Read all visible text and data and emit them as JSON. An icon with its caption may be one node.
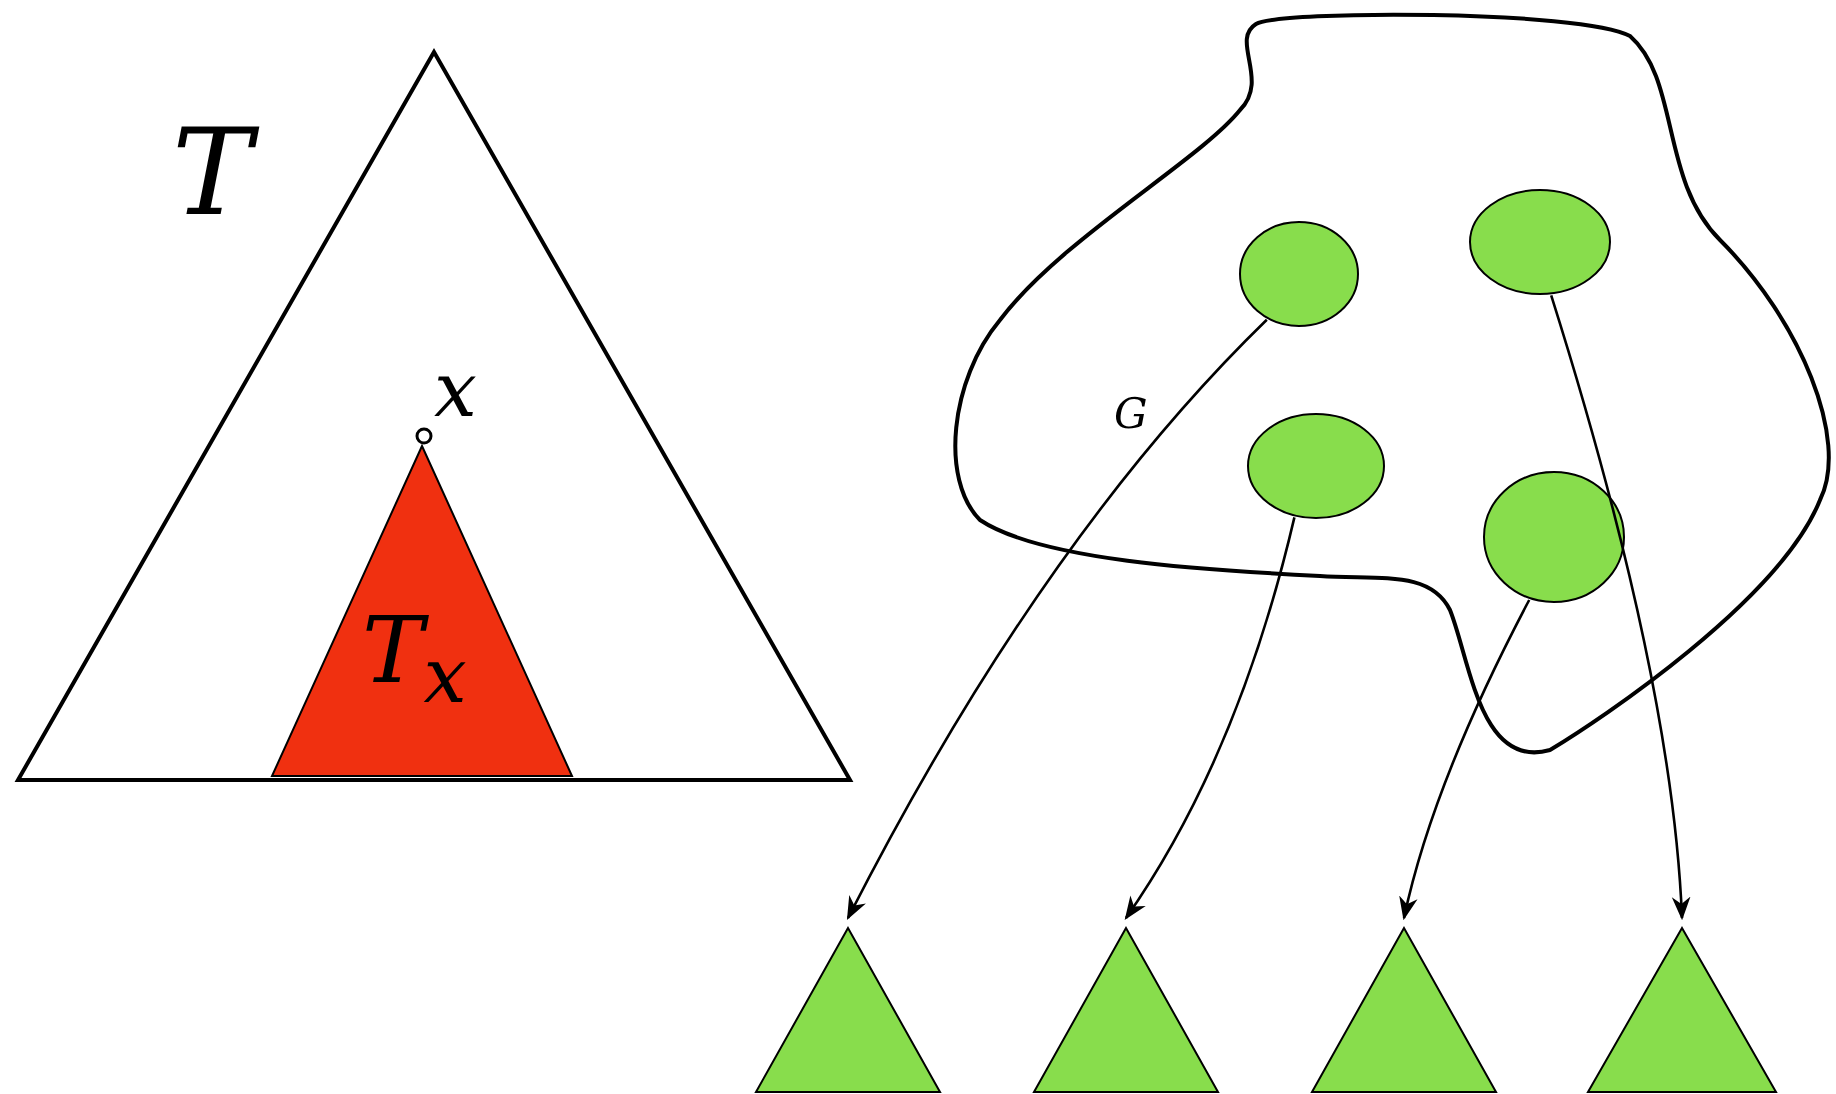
{
  "diagram": {
    "nodes": [
      {
        "text": [
          "T"
        ]
      },
      {
        "text": [
          "x"
        ],
        "in": 0
      },
      {
        "text": [
          "T$_{x}$"
        ],
        "in": 0
      },
      {
        "text": [
          "G"
        ]
      },
      {
        "text": [],
        "shape": "circle",
        "in": 3
      },
      {
        "text": [],
        "shape": "circle",
        "in": 3
      },
      {
        "text": [],
        "shape": "circle",
        "in": 3
      },
      {
        "text": [],
        "shape": "circle",
        "in": 3
      },
      {
        "text": [],
        "shape": "triangle"
      },
      {
        "text": [],
        "shape": "triangle"
      },
      {
        "text": [],
        "shape": "triangle"
      },
      {
        "text": [],
        "shape": "triangle"
      }
    ],
    "edges": [
      {
        "from": 4,
        "to": 8,
        "arrow": "to"
      },
      {
        "from": 5,
        "to": 9,
        "arrow": "to"
      },
      {
        "from": 7,
        "to": 10,
        "arrow": "to"
      },
      {
        "from": 6,
        "to": 11,
        "arrow": "to"
      }
    ]
  }
}
